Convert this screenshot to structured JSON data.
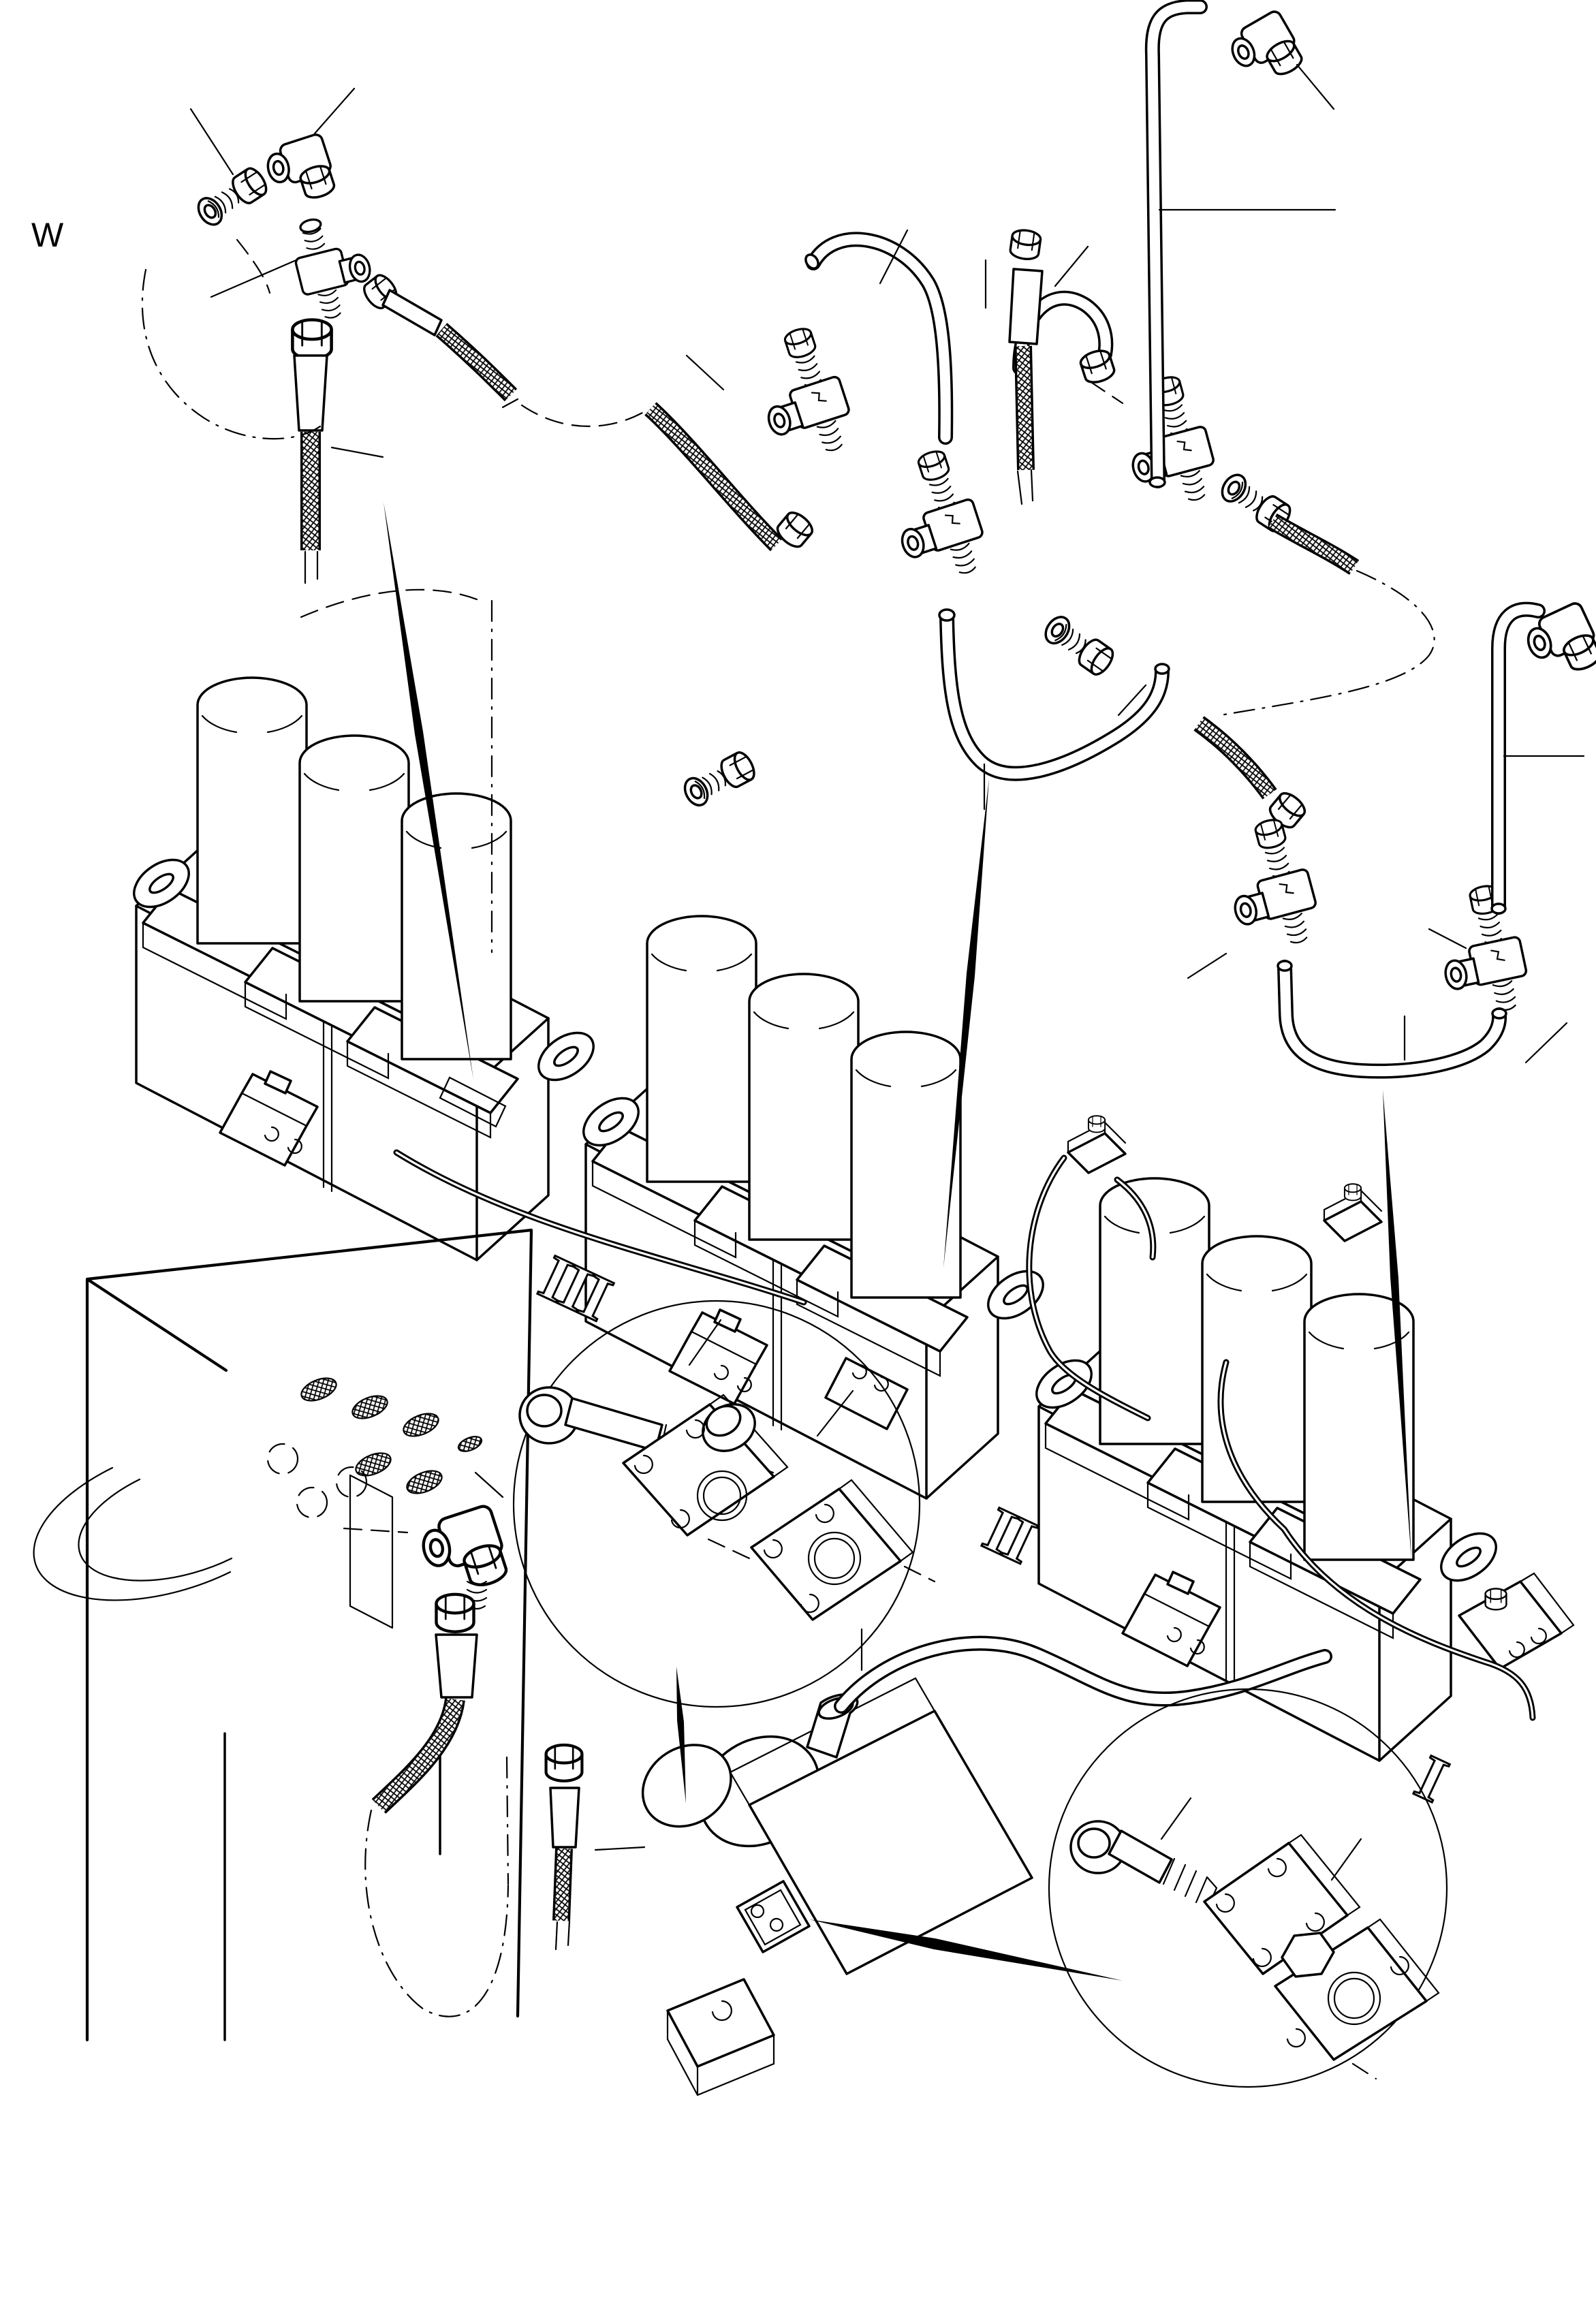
{
  "figure": {
    "section_label": "W",
    "colors": {
      "background": "#ffffff",
      "line": "#000000"
    },
    "valve_blocks": [
      {
        "id": "iii",
        "label": "III"
      },
      {
        "id": "ii",
        "label": "II"
      },
      {
        "id": "i",
        "label": "I"
      }
    ]
  }
}
